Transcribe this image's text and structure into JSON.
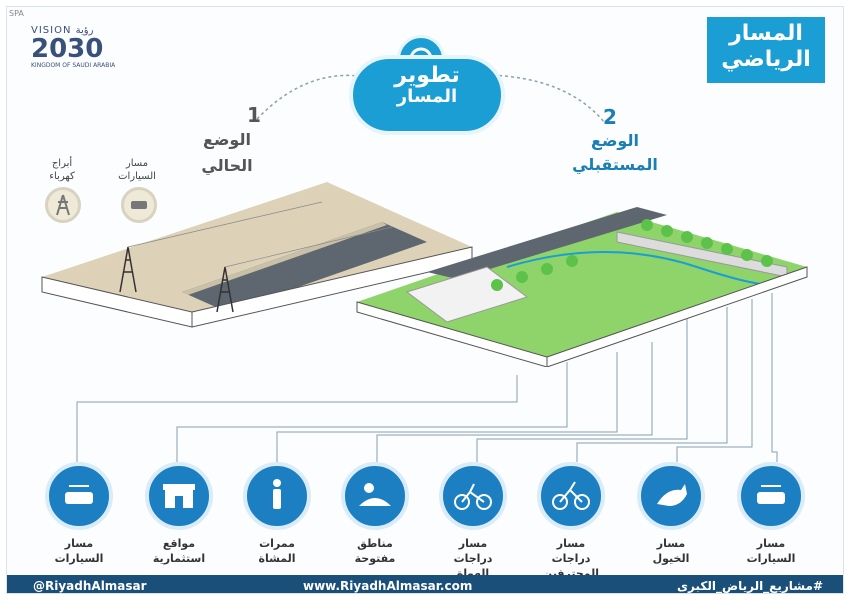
{
  "colors": {
    "accent": "#1a9ed4",
    "dark": "#1a4f7a",
    "category_circle": "#1b7fc1"
  },
  "watermark": "SPA",
  "logo": {
    "vision": "VISION",
    "arabic_name": "رؤية",
    "year": "2030",
    "kingdom": "KINGDOM OF SAUDI ARABIA"
  },
  "title": {
    "line1": "المسار",
    "line2": "الرياضي"
  },
  "center": {
    "line1": "تطوير",
    "line2": "المسار"
  },
  "current": {
    "line1": "الوضع",
    "line2": "الحالي",
    "number": "1"
  },
  "future": {
    "line1": "الوضع",
    "line2": "المستقبلي",
    "number": "2"
  },
  "current_legend": [
    {
      "label_line1": "مسار",
      "label_line2": "السيارات",
      "icon": "car-icon"
    },
    {
      "label_line1": "أبراج",
      "label_line2": "كهرباء",
      "icon": "power-tower-icon"
    }
  ],
  "categories": [
    {
      "line1": "مسار",
      "line2": "السيارات",
      "line3": "",
      "icon": "car-icon"
    },
    {
      "line1": "مسار",
      "line2": "الخيول",
      "line3": "",
      "icon": "horse-icon"
    },
    {
      "line1": "مسار",
      "line2": "دراجات",
      "line3": "المحترفين",
      "icon": "pro-bike-icon"
    },
    {
      "line1": "مسار",
      "line2": "دراجات الهواة",
      "line3": "",
      "icon": "bike-icon"
    },
    {
      "line1": "مناطق",
      "line2": "مفتوحة",
      "line3": "",
      "icon": "open-area-icon"
    },
    {
      "line1": "ممرات",
      "line2": "المشاة",
      "line3": "",
      "icon": "pedestrian-icon"
    },
    {
      "line1": "مواقع",
      "line2": "استثمارية",
      "line3": "",
      "icon": "shop-icon"
    },
    {
      "line1": "مسار",
      "line2": "السيارات",
      "line3": "",
      "icon": "car-icon"
    }
  ],
  "footer": {
    "handle": "@RiyadhAlmasar",
    "website": "www.RiyadhAlmasar.com",
    "hashtag": "#مشاريع_الرياض_الكبرى"
  }
}
